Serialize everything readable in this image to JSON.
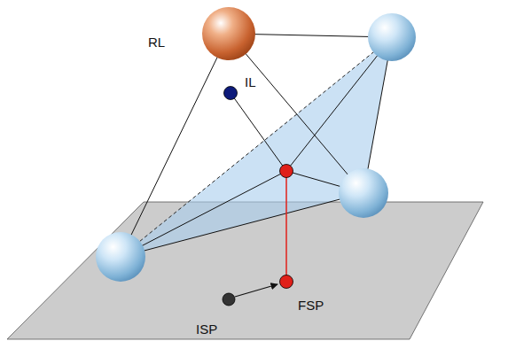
{
  "diagram": {
    "labels": [
      "RL",
      "IL",
      "FSP",
      "ISP"
    ]
  }
}
